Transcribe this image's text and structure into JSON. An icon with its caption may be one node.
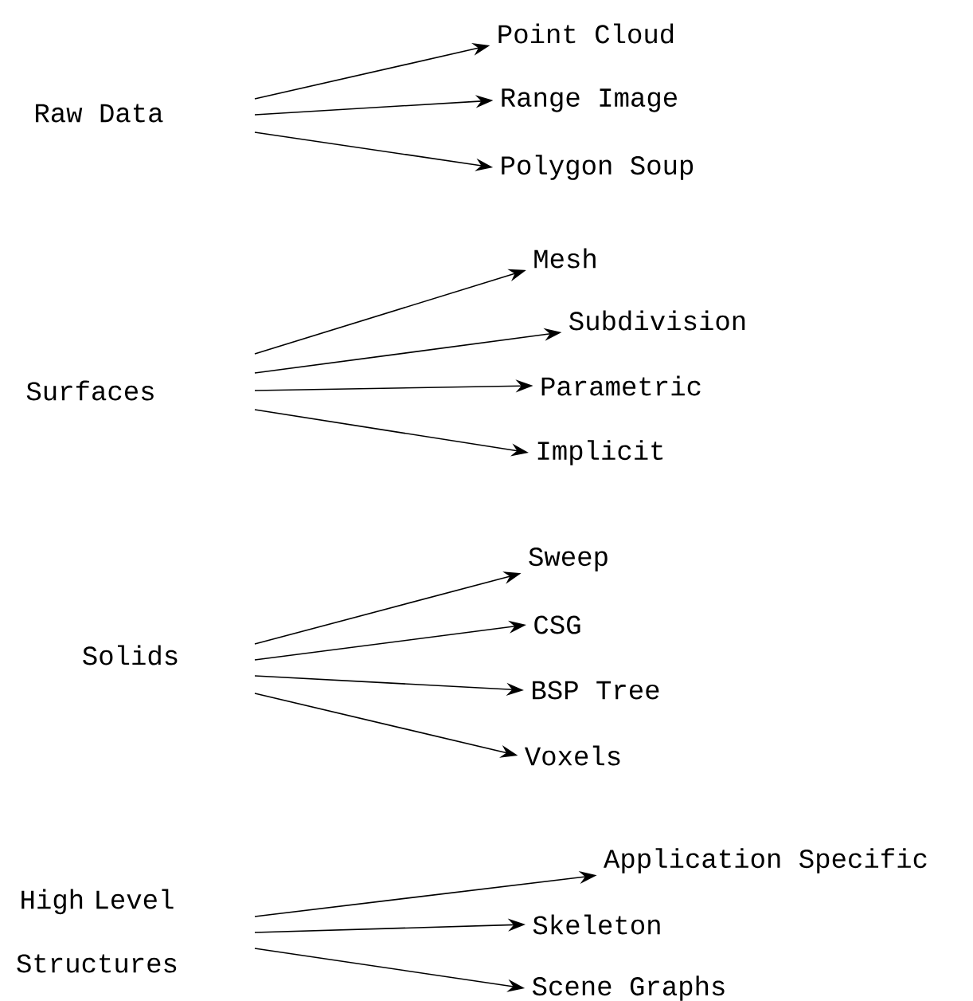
{
  "diagram": {
    "nodes": [
      {
        "text": [
          "Raw Data"
        ]
      },
      {
        "text": [
          "Point Cloud"
        ]
      },
      {
        "text": [
          "Range Image"
        ]
      },
      {
        "text": [
          "Polygon Soup"
        ]
      },
      {
        "text": [
          "Surfaces"
        ]
      },
      {
        "text": [
          "Mesh"
        ]
      },
      {
        "text": [
          "Subdivision"
        ]
      },
      {
        "text": [
          "Parametric"
        ]
      },
      {
        "text": [
          "Implicit"
        ]
      },
      {
        "text": [
          "Solids"
        ]
      },
      {
        "text": [
          "Sweep"
        ]
      },
      {
        "text": [
          "CSG"
        ]
      },
      {
        "text": [
          "BSP Tree"
        ]
      },
      {
        "text": [
          "Voxels"
        ]
      },
      {
        "text": [
          "High Level Structures"
        ]
      },
      {
        "text": [
          "Application Specific"
        ]
      },
      {
        "text": [
          "Skeleton"
        ]
      },
      {
        "text": [
          "Scene Graphs"
        ]
      }
    ],
    "edges": [
      {
        "from": 0,
        "to": 1,
        "arrow": "to"
      },
      {
        "from": 0,
        "to": 2,
        "arrow": "to"
      },
      {
        "from": 0,
        "to": 3,
        "arrow": "to"
      },
      {
        "from": 4,
        "to": 5,
        "arrow": "to"
      },
      {
        "from": 4,
        "to": 6,
        "arrow": "to"
      },
      {
        "from": 4,
        "to": 7,
        "arrow": "to"
      },
      {
        "from": 4,
        "to": 8,
        "arrow": "to"
      },
      {
        "from": 9,
        "to": 10,
        "arrow": "to"
      },
      {
        "from": 9,
        "to": 11,
        "arrow": "to"
      },
      {
        "from": 9,
        "to": 12,
        "arrow": "to"
      },
      {
        "from": 9,
        "to": 13,
        "arrow": "to"
      },
      {
        "from": 14,
        "to": 15,
        "arrow": "to"
      },
      {
        "from": 14,
        "to": 16,
        "arrow": "to"
      },
      {
        "from": 14,
        "to": 17,
        "arrow": "to"
      }
    ]
  }
}
